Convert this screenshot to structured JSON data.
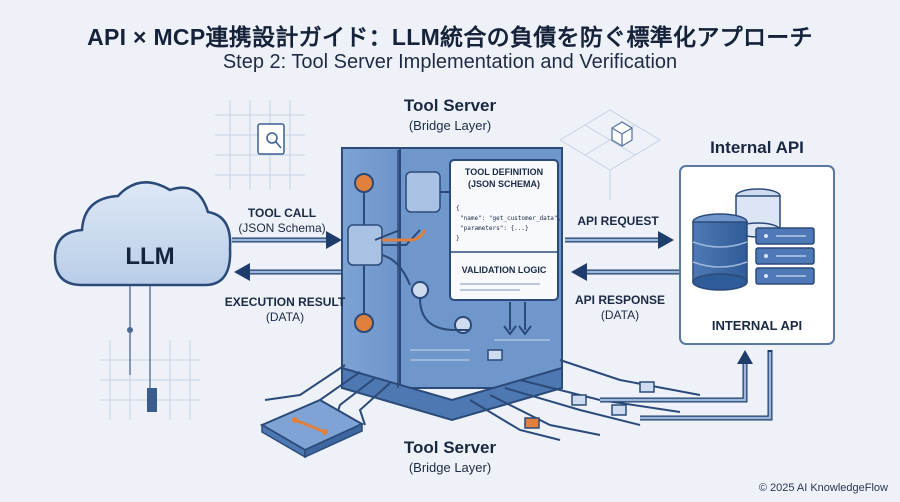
{
  "header": {
    "title": "API × MCP連携設計ガイド：LLM統合の負債を防ぐ標準化アプローチ",
    "subtitle": "Step 2: Tool Server Implementation and Verification"
  },
  "llm": {
    "label": "LLM"
  },
  "tool_server": {
    "title": "Tool Server",
    "subtitle": "(Bridge Layer)"
  },
  "tool_server_bottom": {
    "title": "Tool Server",
    "subtitle": "(Bridge Layer)"
  },
  "tool_definition": {
    "title": "TOOL DEFINITION",
    "subtitle": "(JSON SCHEMA)",
    "code_open": "{",
    "code_line1": "\"name\": \"get_customer_data\",",
    "code_line2": "\"parameters\": {...}",
    "code_close": "}"
  },
  "validation": {
    "label": "VALIDATION LOGIC"
  },
  "flows": {
    "tool_call": {
      "label": "TOOL CALL",
      "sub": "(JSON Schema)"
    },
    "execution_result": {
      "label": "EXECUTION RESULT",
      "sub": "(DATA)"
    },
    "api_request": {
      "label": "API REQUEST"
    },
    "api_response": {
      "label": "API RESPONSE",
      "sub": "(DATA)"
    }
  },
  "internal_api": {
    "title": "Internal API",
    "box_label": "INTERNAL API"
  },
  "footer": {
    "copyright": "© 2025 AI KnowledgeFlow"
  },
  "colors": {
    "accent_blue": "#3b6fb0",
    "accent_orange": "#e0803c",
    "dark_navy": "#1b2a44",
    "background": "#eef2f8"
  }
}
